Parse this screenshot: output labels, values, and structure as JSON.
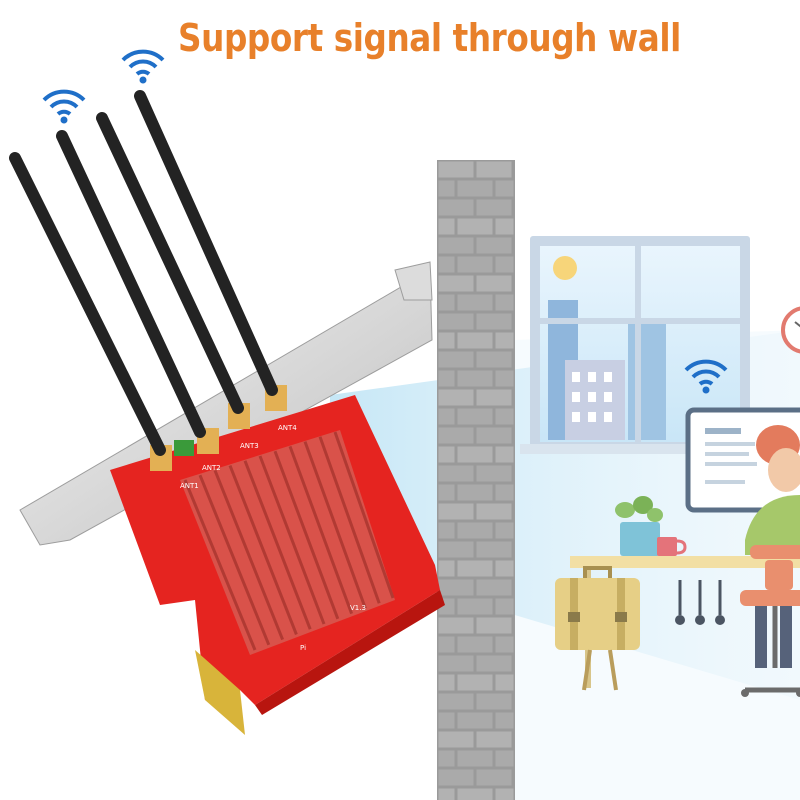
{
  "headline": "Support signal through wall",
  "board": {
    "ant1": "ANT1",
    "ant2": "ANT2",
    "ant3": "ANT3",
    "ant4": "ANT4",
    "version": "V1.3",
    "pi": "Pi"
  },
  "colors": {
    "headline": "#e8802a",
    "board": "#e52420",
    "wifi_icon": "#1f6fc8",
    "wall": "#a7a7a7",
    "signal_beam": "#bfe4f5"
  },
  "icons": [
    "wifi-icon",
    "antenna",
    "wifi-card",
    "brick-wall",
    "window",
    "monitor",
    "person",
    "bag",
    "plant",
    "cup",
    "chair",
    "clock"
  ]
}
